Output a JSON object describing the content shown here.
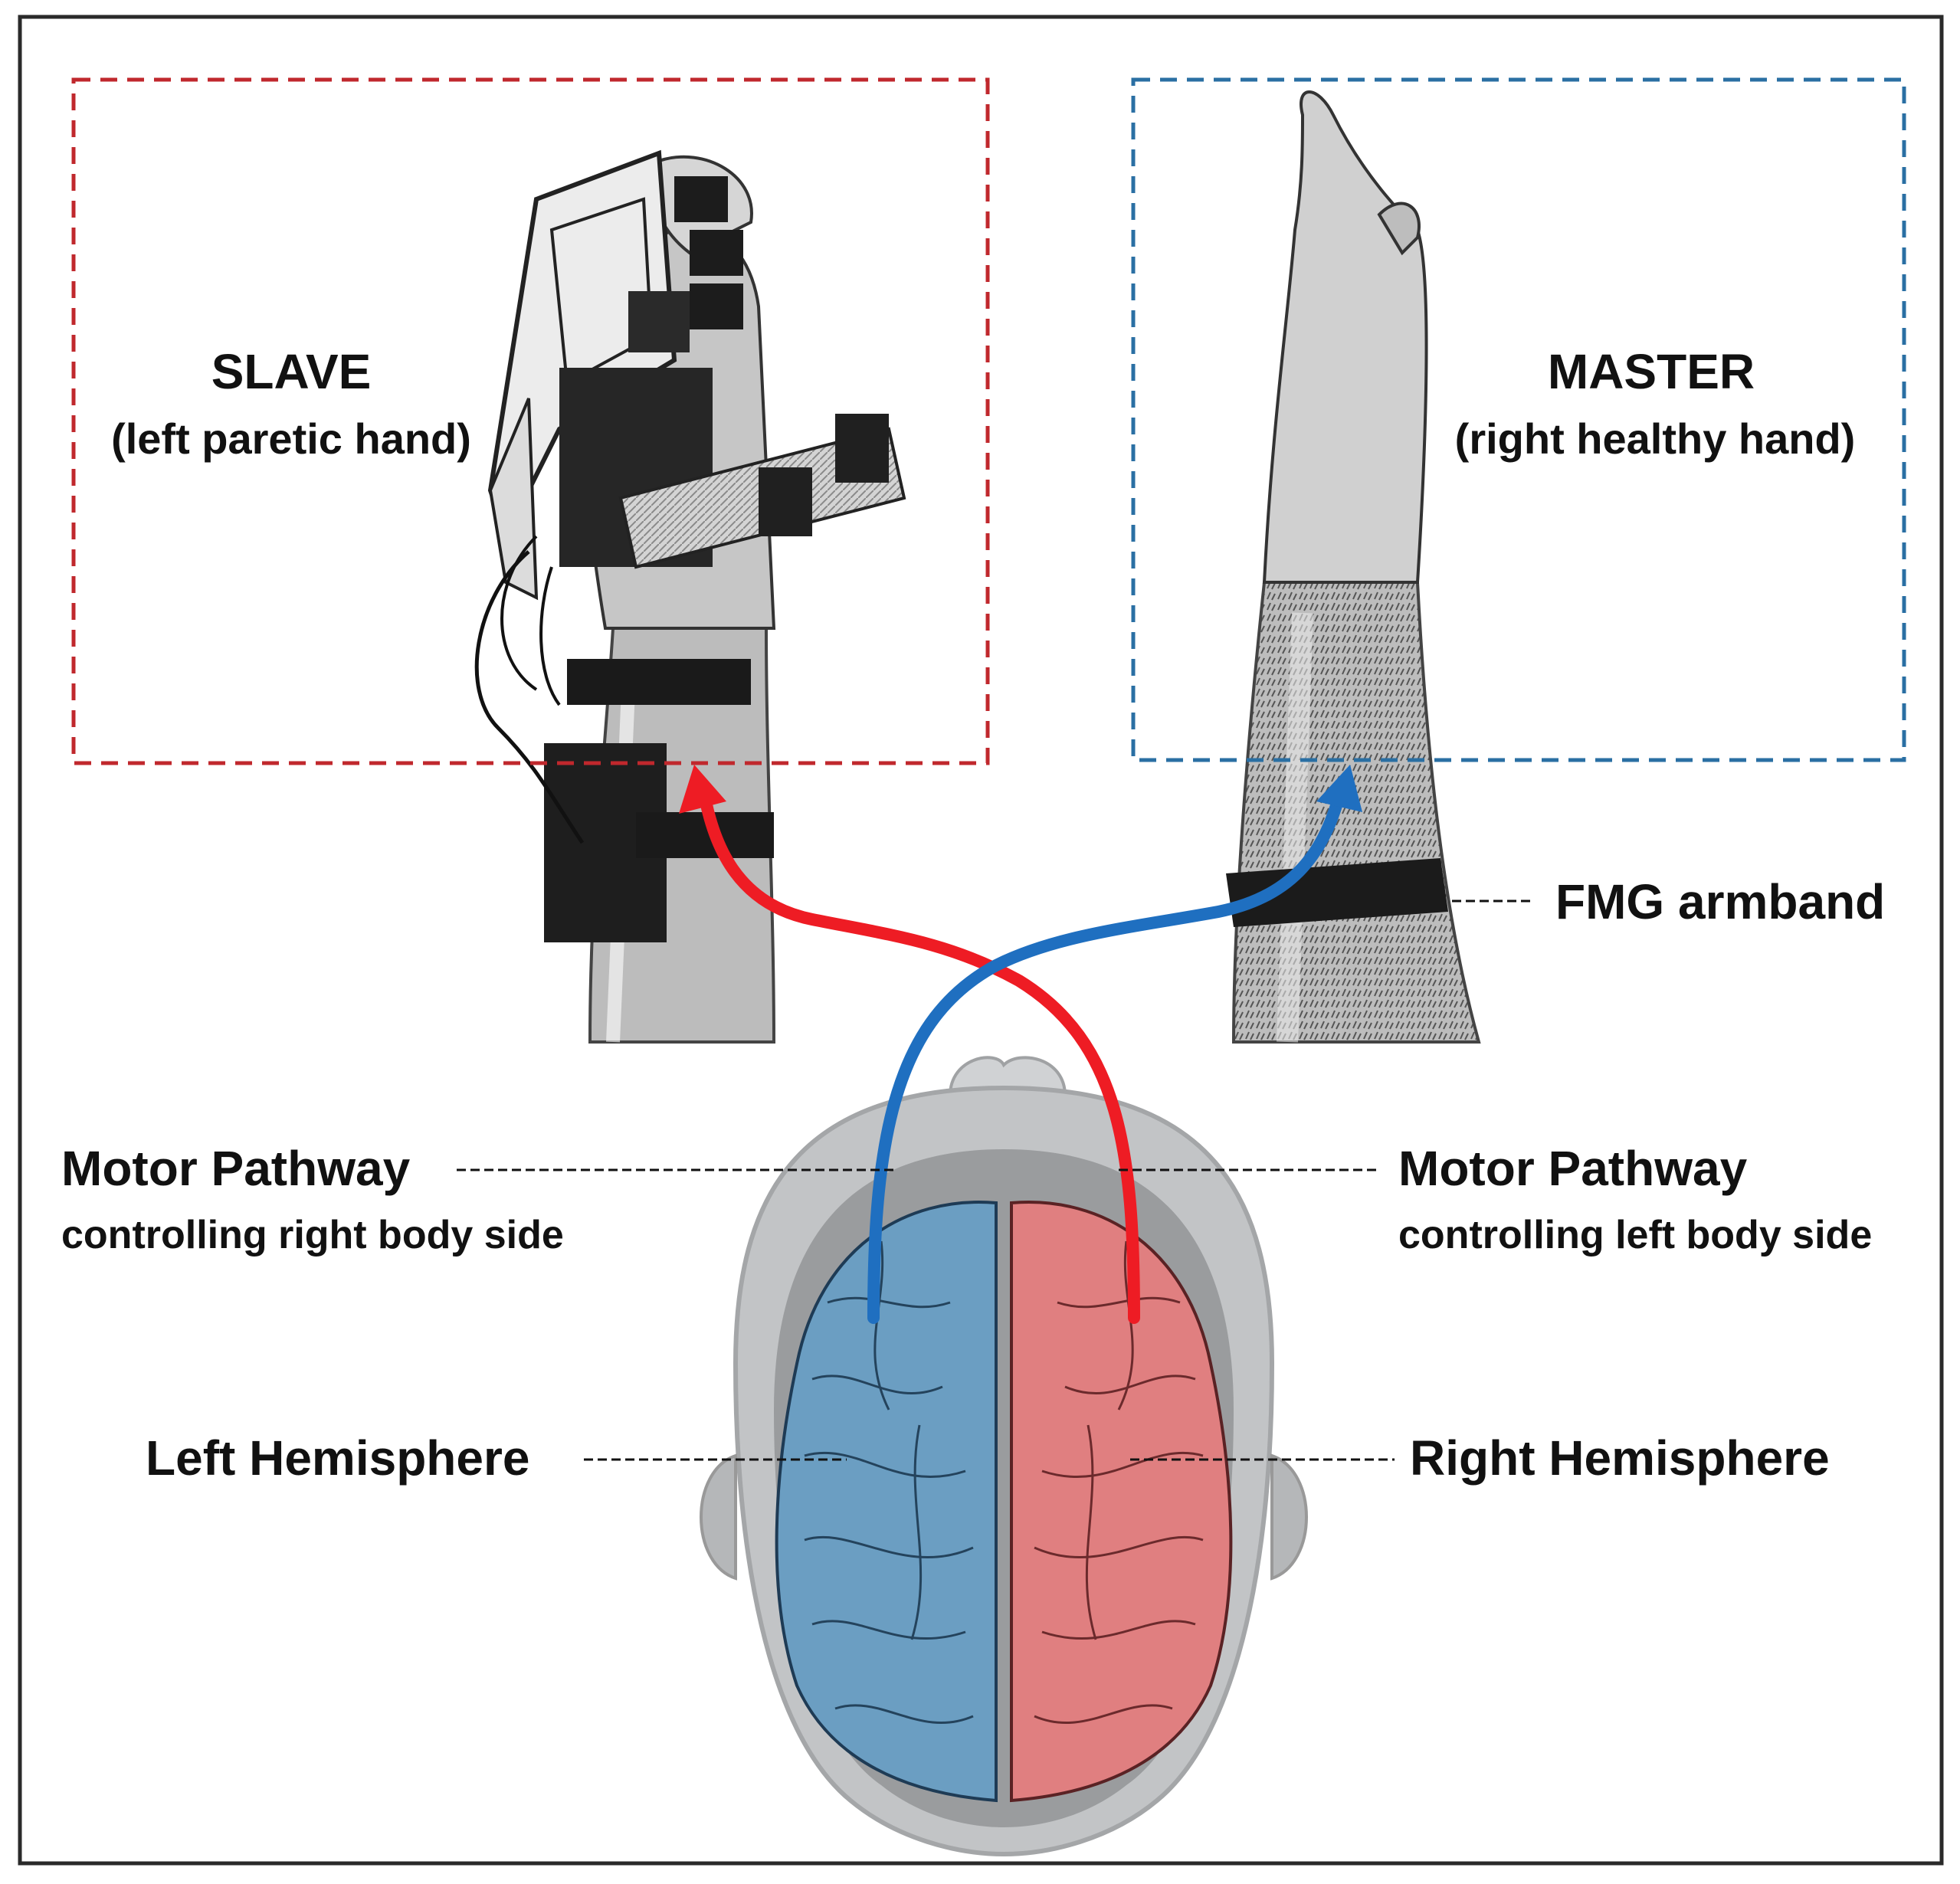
{
  "slave": {
    "title": "SLAVE",
    "subtitle": "(left paretic hand)"
  },
  "master": {
    "title": "MASTER",
    "subtitle": "(right healthy hand)"
  },
  "fmg_label": "FMG armband",
  "motor_left": {
    "title": "Motor Pathway",
    "subtitle": "controlling right body side"
  },
  "motor_right": {
    "title": "Motor Pathway",
    "subtitle": "controlling left body side"
  },
  "left_hemisphere": "Left Hemisphere",
  "right_hemisphere": "Right Hemisphere",
  "colors": {
    "slave_box": "#c0282d",
    "master_box": "#2a6fa3",
    "red_pathway": "#ee1c24",
    "blue_pathway": "#1f6fc0",
    "left_hemisphere_fill": "#6b9ec2",
    "right_hemisphere_fill": "#e07f80",
    "head_gray": "#a7a9ab"
  }
}
